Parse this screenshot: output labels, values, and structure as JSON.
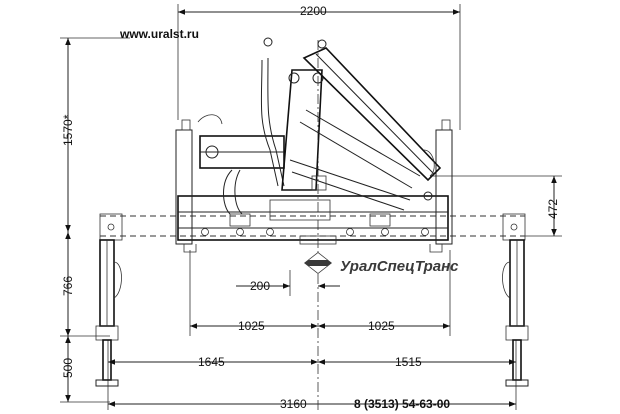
{
  "website": "www.uralst.ru",
  "phone": "8 (3513) 54-63-00",
  "brand": "УралСпецТранс",
  "dimensions": {
    "overall_width_top": "2200",
    "height_total": "1570*",
    "height_right": "472",
    "leg_766": "766",
    "leg_500": "500",
    "offset_200": "200",
    "half_left": "1025",
    "half_right": "1025",
    "outrigger_left": "1645",
    "outrigger_right": "1515",
    "outrigger_total": "3160"
  },
  "icons": {
    "logo": "uralspectrans-diamond-logo"
  }
}
